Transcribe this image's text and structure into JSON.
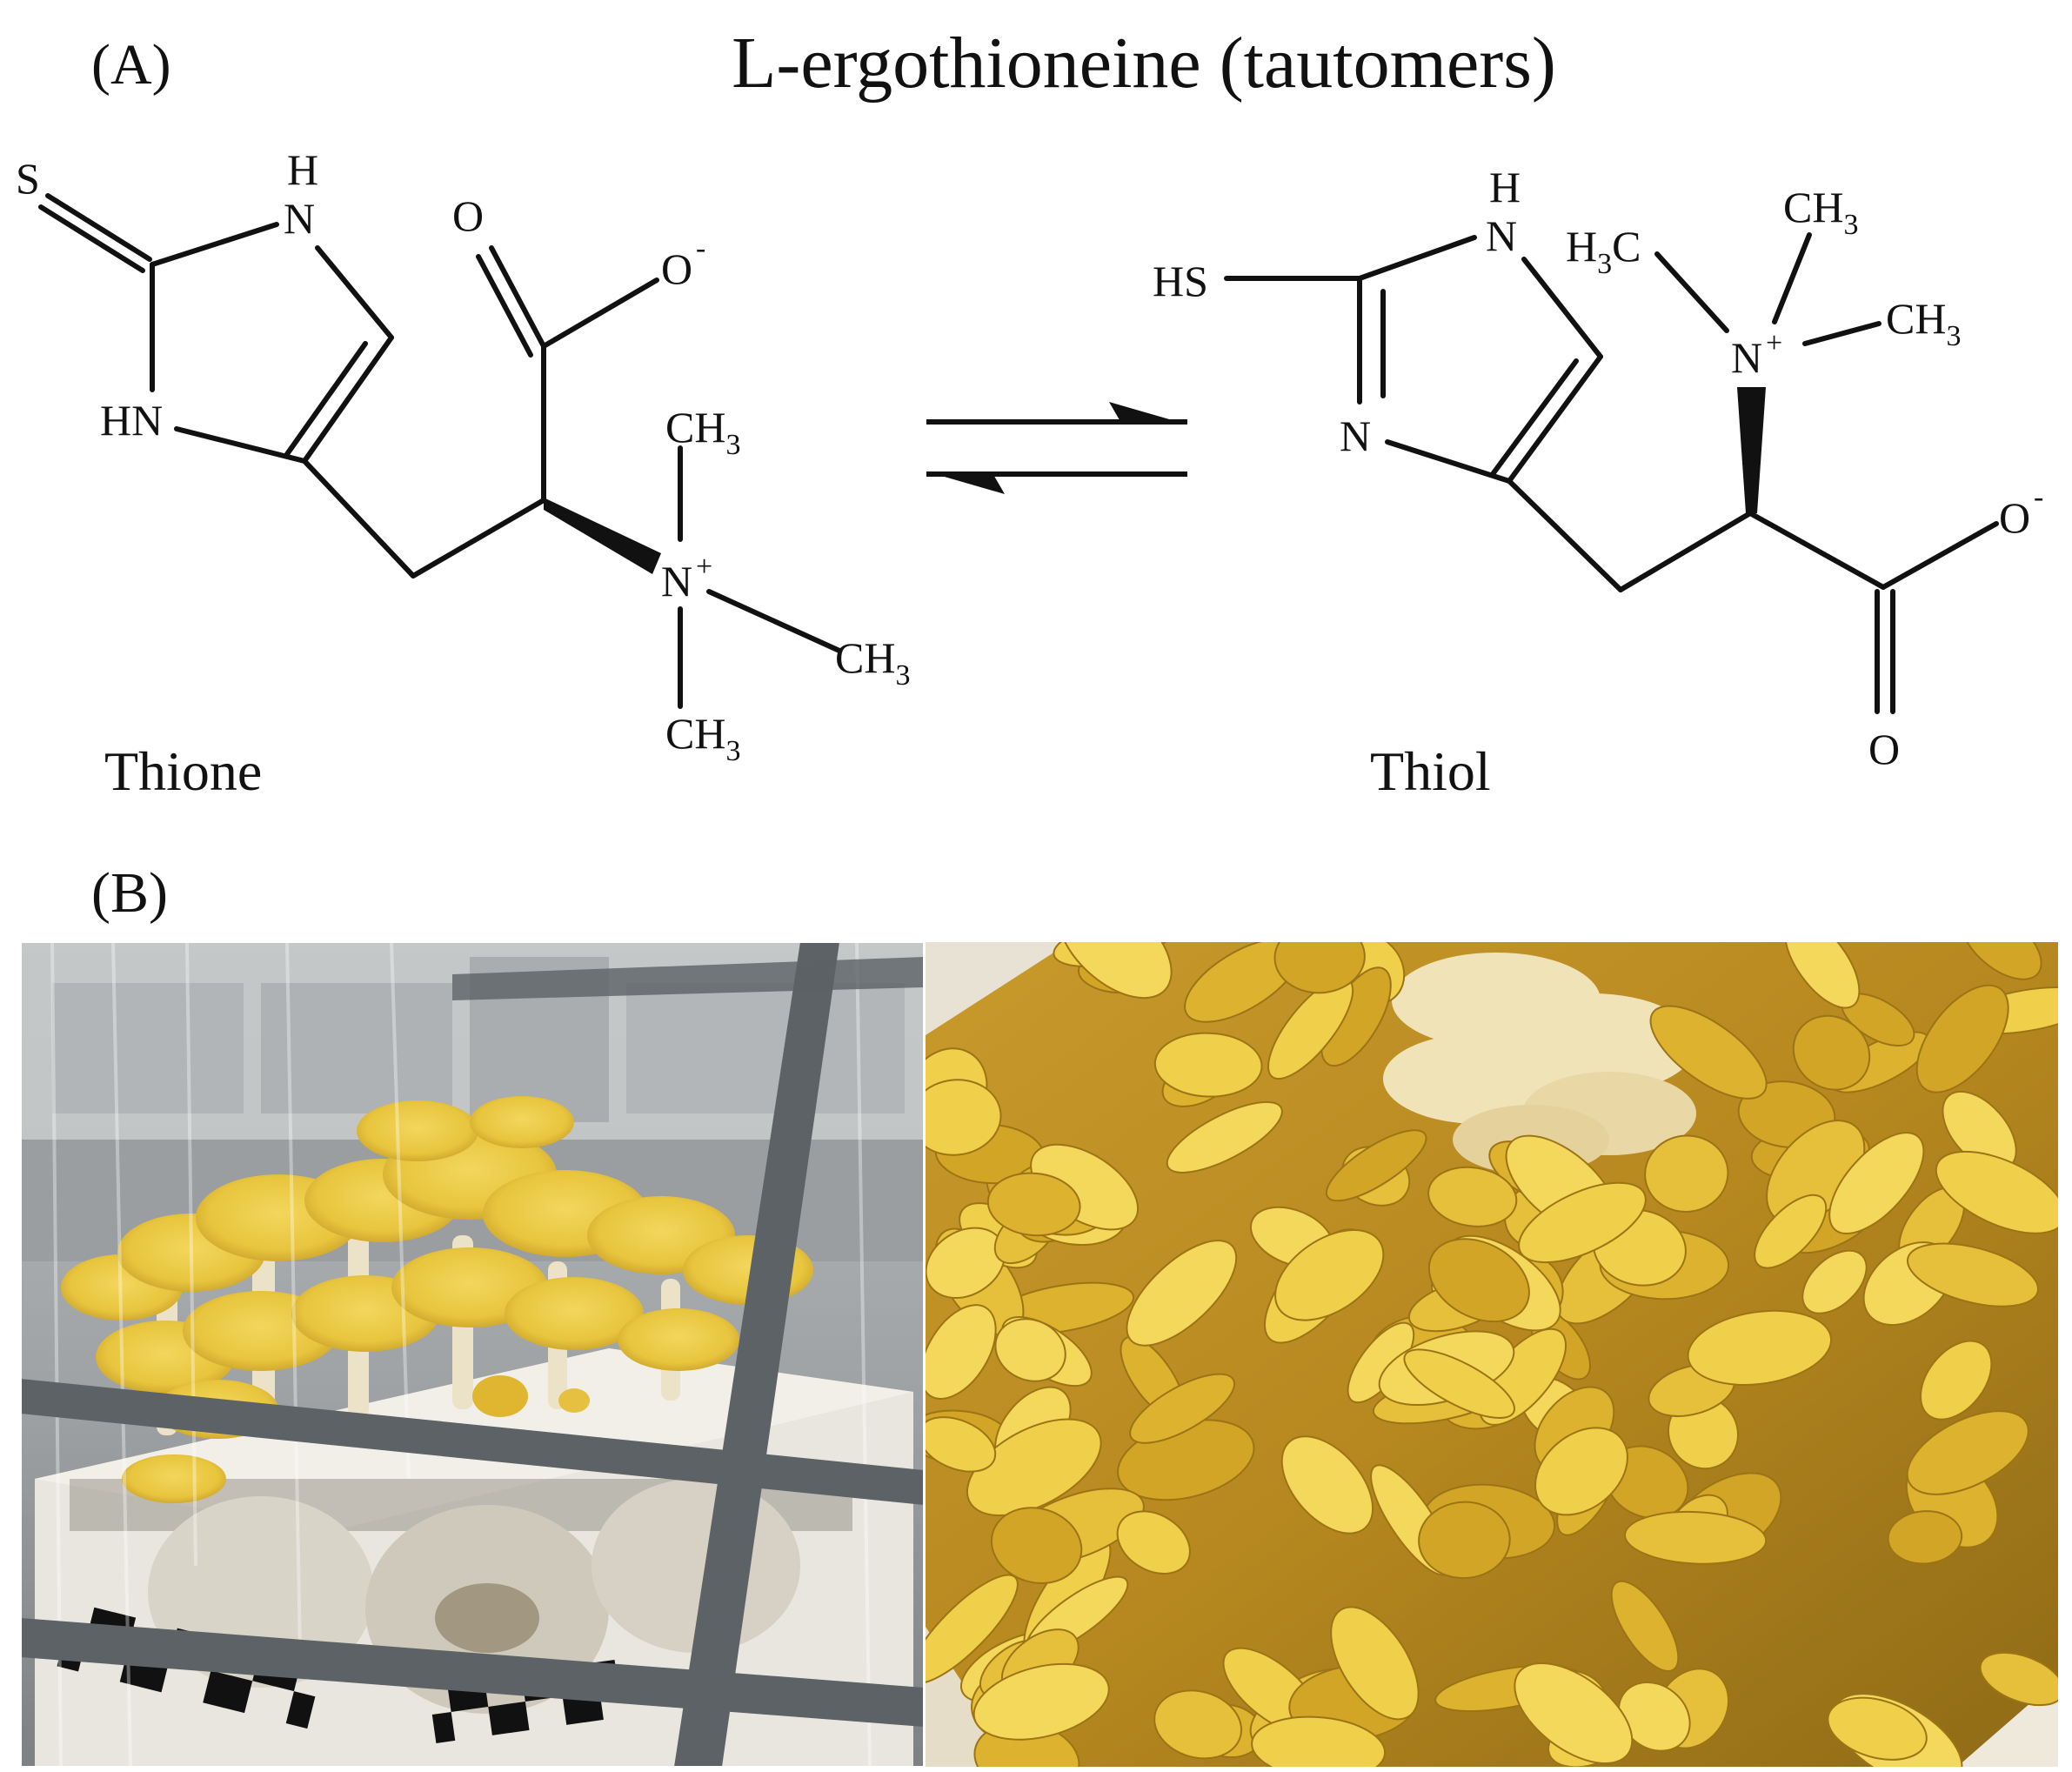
{
  "panel_a": {
    "label": "(A)",
    "title": "L-ergothioneine (tautomers)",
    "thione": {
      "name": "Thione",
      "atoms": {
        "s": "S",
        "nh_top_h": "H",
        "nh_top_n": "N",
        "nh_left": "HN",
        "carbonyl_o": "O",
        "oxide_o": "O",
        "oxide_charge": "-",
        "n_plus": "N",
        "n_plus_charge": "+",
        "ch3_top_c": "CH",
        "ch3_top_sub": "3",
        "ch3_right_c": "CH",
        "ch3_right_sub": "3",
        "ch3_bottom_c": "CH",
        "ch3_bottom_sub": "3"
      }
    },
    "thiol": {
      "name": "Thiol",
      "atoms": {
        "hs": "HS",
        "nh_top_h": "H",
        "nh_top_n": "N",
        "n_left": "N",
        "n_plus": "N",
        "n_plus_charge": "+",
        "h3c_h": "H",
        "h3c_sub": "3",
        "h3c_c": "C",
        "ch3_top_c": "CH",
        "ch3_top_sub": "3",
        "ch3_right_c": "CH",
        "ch3_right_sub": "3",
        "oxide_o": "O",
        "oxide_charge": "-",
        "carbonyl_o": "O"
      }
    },
    "colors": {
      "ink": "#111111"
    }
  },
  "panel_b": {
    "label": "(B)",
    "colors": {
      "mushroom_yellow": "#e8c53e",
      "mushroom_cream": "#f1e3b8",
      "rack_gray": "#5d6266",
      "box_white": "#e9e6df",
      "print_red": "#c9453b"
    }
  }
}
